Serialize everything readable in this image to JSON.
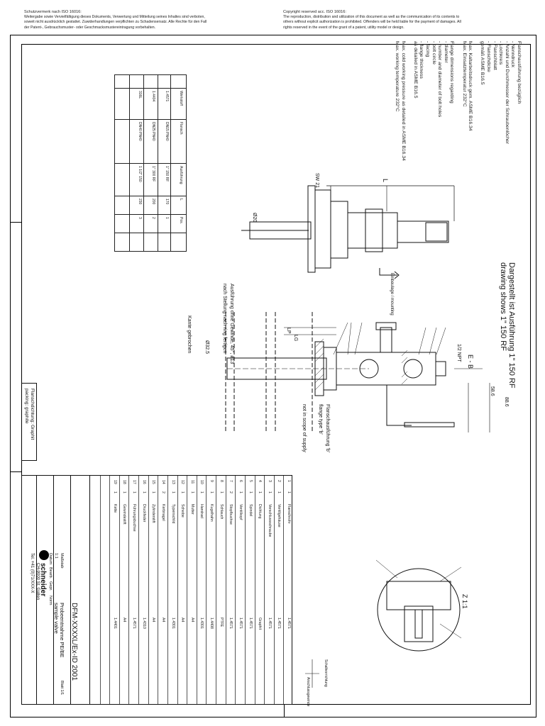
{
  "header": {
    "de": {
      "title": "Schutzvermerk nach ISO 16016:",
      "lines": [
        "Weitergabe sowie Vervielfältigung dieses Dokuments, Verwertung und Mitteilung seines Inhaltes sind verboten,",
        "soweit nicht ausdrücklich gestattet. Zuwiderhandlungen verpflichten zu Schadensersatz. Alle Rechte für den Fall",
        "der Patent-, Gebrauchsmuster- oder Geschmacksmustereintragung vorbehalten."
      ]
    },
    "en": {
      "title": "Copyright reserved acc. ISO 16016:",
      "lines": [
        "The reproduction, distribution and utilization of this document as well as the communication of its contents to",
        "others without explicit authorization is prohibited. Offenders will be held liable for the payment of damages. All",
        "rights reserved in the event of the grant of a patent, utility model or design."
      ]
    }
  },
  "notes": [
    "Flanschausführung bezüglich",
    "- Nenndruck",
    "- Anzahl und Durchmesser der Schraubenlöcher",
    "- Lochkreis",
    "- Flanschblatt",
    "- Flanschdicke",
    "gemäß ASME B16.5",
    "",
    "Max. Kaltarbeitsdruck gem. ASME B16.34",
    "Max. Einsatztemperatur 232°C",
    "",
    "Flange dimensions regarding",
    "- diameter",
    "- number and diameter of bolt holes",
    "- bolt circle",
    "- facing",
    "- flange thickness",
    "as detailed in ASME B16.5",
    "",
    "Max. cold working pressure as detailed in ASME B16.34",
    "Max. working temperature 232°C"
  ],
  "drawing_labels": {
    "shows1": "Dargestellt ist Ausführung 1\" 150 RF",
    "shows2": "drawing shows 1\" 150 RF",
    "view_eb": "E - B",
    "npt": "1/2 NPT",
    "lp": "LP",
    "lg": "LG",
    "d325": "Ø32.5",
    "d20": "Ø20",
    "sw21": "SW 21",
    "dim_L": "L",
    "dim_586": "58.6",
    "dim_886": "88.6",
    "z11": "Z 1:1",
    "flange_note1": "Flanschausführung 'b'",
    "flange_note2": "flange type 'b'",
    "scope_note": "not in scope of supply",
    "weld_note1": "Ausführung ohne Gewinde, 45°, ø13",
    "weld_note2": "nach Stellung nach ring fertigen",
    "cut_note": "Kante gebrochen",
    "side1": "Flanschdichtung: Graphit",
    "side2": "packing: graphite",
    "arrow_note": "Einbaulage / mounting"
  },
  "variant_table": {
    "headers": [
      "Werkstoff",
      "Flansch",
      "Ausführung",
      "L",
      "Pos."
    ],
    "rows": [
      [
        "1.4571",
        "DN15 PN40",
        "1\" 150 RF",
        "170",
        "1"
      ],
      [
        "1.4404",
        "DN25 PN40",
        "1\" 300 RF",
        "200",
        "2"
      ],
      [
        "316L",
        "DN40 PN40",
        "1 1/2\" 150",
        "230",
        "3"
      ]
    ]
  },
  "parts_list": [
    [
      "1",
      "1",
      "Flanschrohr",
      "1.4571"
    ],
    [
      "2",
      "1",
      "Ventilgehäuse",
      "1.4571"
    ],
    [
      "3",
      "1",
      "Verschlussschraube",
      "1.4571"
    ],
    [
      "4",
      "1",
      "Dichtung",
      "Graphit"
    ],
    [
      "5",
      "1",
      "Spindel",
      "1.4571"
    ],
    [
      "6",
      "1",
      "Ventilkopf",
      "1.4571"
    ],
    [
      "7",
      "2",
      "Stopfbuchse",
      "1.4571"
    ],
    [
      "8",
      "1",
      "Schlauch",
      "PTFE"
    ],
    [
      "9",
      "1",
      "Kugelhahn",
      "1.4408"
    ],
    [
      "10",
      "1",
      "Handrad",
      "1.4301"
    ],
    [
      "11",
      "1",
      "Mutter",
      "A4"
    ],
    [
      "12",
      "1",
      "Scheibe",
      "A4"
    ],
    [
      "13",
      "1",
      "Typenschild",
      "1.4301"
    ],
    [
      "14",
      "2",
      "Kerbnagel",
      "A4"
    ],
    [
      "15",
      "1",
      "Zylinderstift",
      "A4"
    ],
    [
      "16",
      "1",
      "Druckfeder",
      "1.4310"
    ],
    [
      "17",
      "1",
      "Führungsbuchse",
      "1.4571"
    ],
    [
      "18",
      "1",
      "Gewindestift",
      "A4"
    ],
    [
      "19",
      "1",
      "Kette",
      "1.4401"
    ]
  ],
  "title_block": {
    "company": "schneider",
    "doc_no": "DFM-XXXXL/Ex-ID 2001",
    "name1": "Probeentnahme PE/BE",
    "name2": "sample valve",
    "scale_label": "Maßstab",
    "scale": "1:1",
    "sheet": "Blatt 1/1",
    "date_label": "Datum",
    "drawn_label": "Bearb.",
    "checked_label": "Gepr.",
    "norm_label": "Norm",
    "tel": "Tel. +41 (0)71/XXX-X",
    "addr": "CH-9000 St. Gallen",
    "ruler_top": "Schaltvorrichtung",
    "ruler_bottom": "Anschlussgewinde"
  },
  "colors": {
    "line": "#111111",
    "thin": "#444444",
    "hatch": "#222222"
  }
}
